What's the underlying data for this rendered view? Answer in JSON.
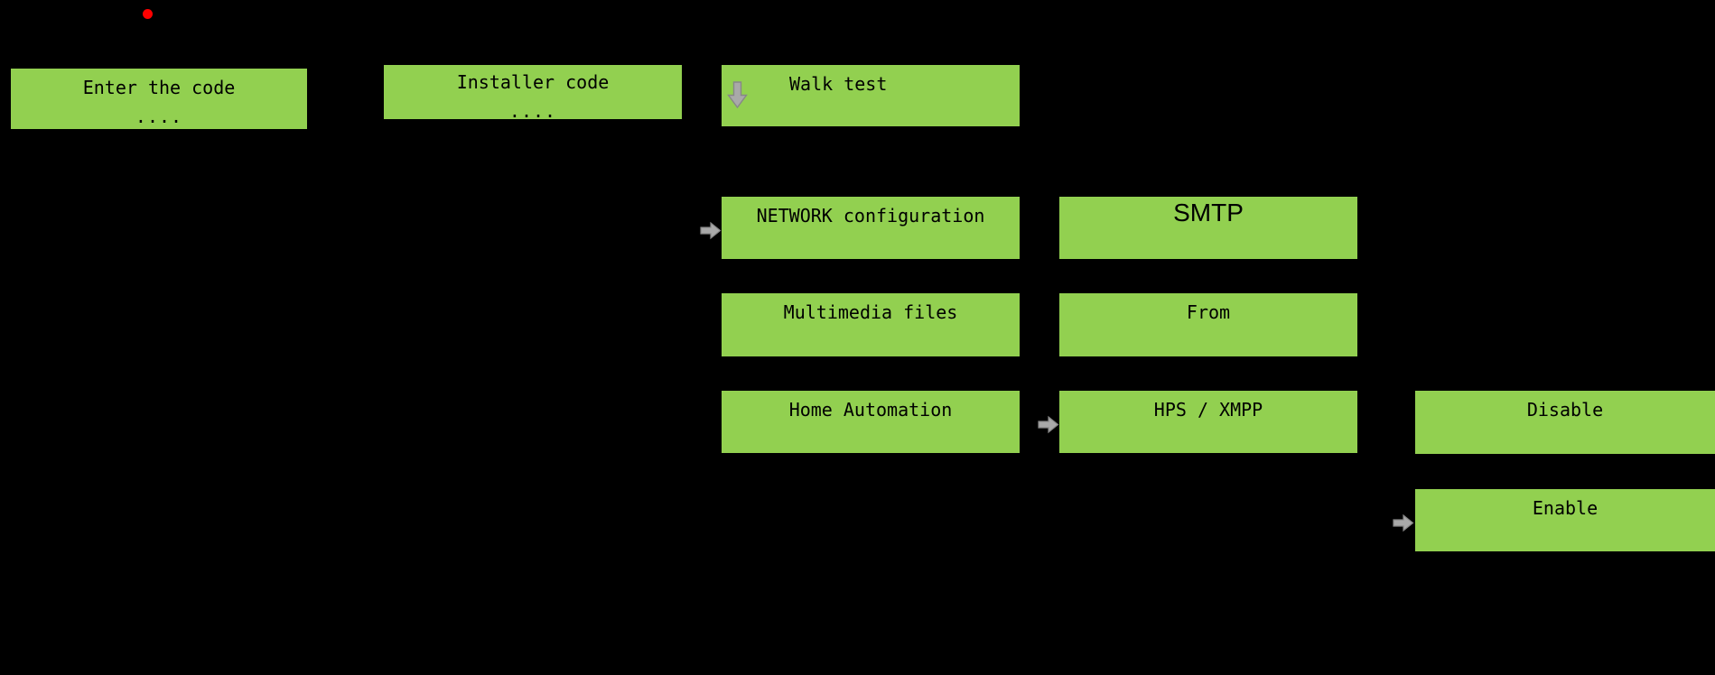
{
  "diagram": {
    "description": "Alarm panel menu flow diagram on black background",
    "colors": {
      "background": "#000000",
      "node_fill": "#92d050",
      "node_text": "#000000",
      "arrow_fill": "#a9a9a9",
      "arrow_stroke": "#878787",
      "marker_dot": "#fe0000"
    },
    "icons": {
      "down_arrow": "down-block-arrow",
      "right_arrow": "right-block-arrow",
      "marker": "red-dot"
    },
    "nodes": {
      "enter_code": {
        "title": "Enter the code",
        "subtitle": "...."
      },
      "installer_code": {
        "title": "Installer code",
        "subtitle": "...."
      },
      "walk_test": {
        "label": "Walk test"
      },
      "network_config": {
        "label": "NETWORK configuration"
      },
      "multimedia": {
        "label": "Multimedia files"
      },
      "home_automation": {
        "label": "Home Automation"
      },
      "smtp": {
        "label": "SMTP"
      },
      "from": {
        "label": "From"
      },
      "hps_xmpp": {
        "label": "HPS / XMPP"
      },
      "disable": {
        "label": "Disable"
      },
      "enable": {
        "label": "Enable"
      }
    }
  }
}
